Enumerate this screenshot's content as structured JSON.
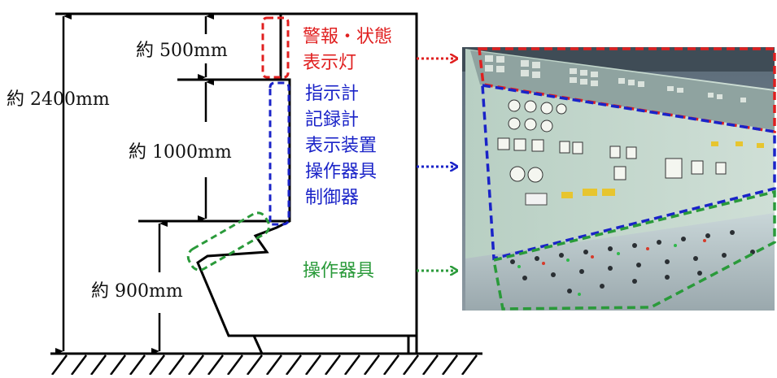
{
  "dimensions": {
    "total": "約 2400mm",
    "top": "約 500mm",
    "middle": "約 1000mm",
    "bottom": "約 900mm"
  },
  "zones": {
    "alarm": [
      "警報・状態",
      "表示灯"
    ],
    "instruments": [
      "指示計",
      "記録計",
      "表示装置",
      "操作器具",
      "制御器"
    ],
    "controls": [
      "操作器具"
    ]
  },
  "colors": {
    "alarm": "#e02020",
    "instruments": "#1a23c8",
    "controls": "#2a9a3a"
  }
}
